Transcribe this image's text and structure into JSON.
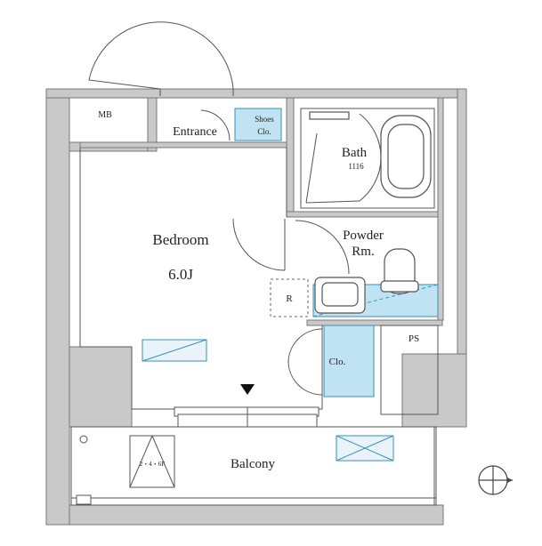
{
  "rooms": {
    "mb": "MB",
    "entrance": "Entrance",
    "shoes_closet_line1": "Shoes",
    "shoes_closet_line2": "Clo.",
    "bath": "Bath",
    "bath_size": "1116",
    "bedroom": "Bedroom",
    "bedroom_size": "6.0J",
    "powder_line1": "Powder",
    "powder_line2": "Rm.",
    "refrigerator": "R",
    "closet": "Clo.",
    "ps": "PS",
    "balcony": "Balcony",
    "storage_note": "2・4・6F"
  },
  "symbols": {
    "entrance_marker": "down-triangle-icon",
    "compass": "north-arrow-icon"
  },
  "colors": {
    "wall": "#c9c9c9",
    "accent_fill": "#bfe3f2",
    "accent_stroke": "#3a8fb8",
    "line": "#555555"
  }
}
